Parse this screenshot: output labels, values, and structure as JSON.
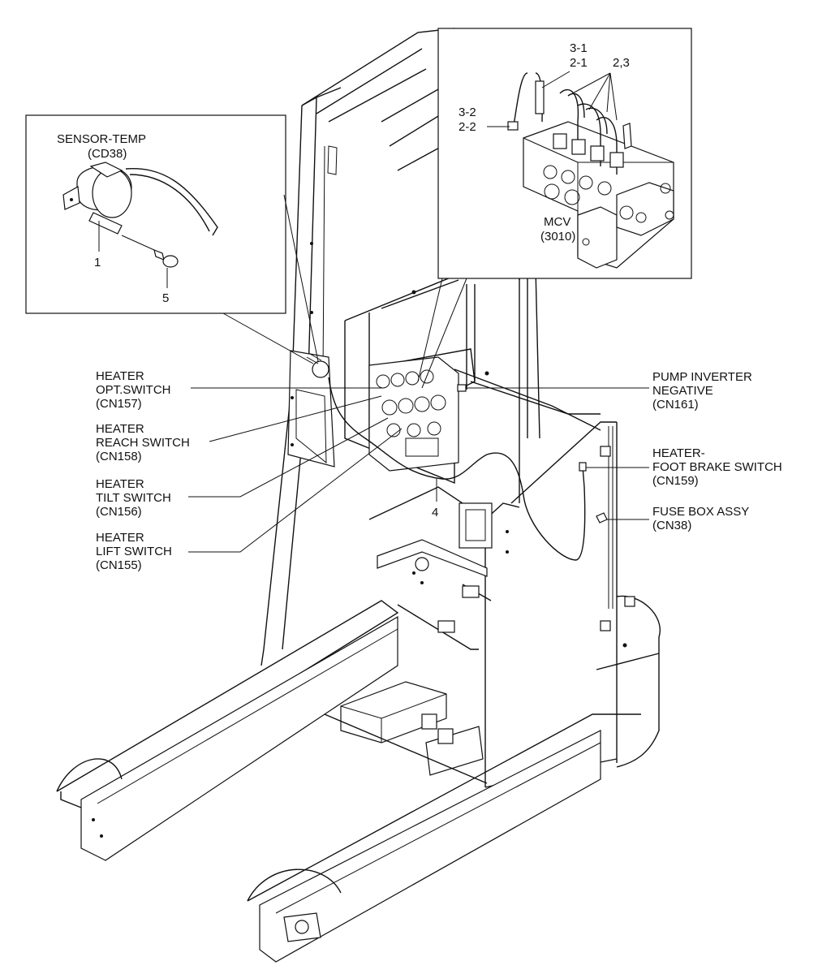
{
  "labels": {
    "sensor_title": "SENSOR-TEMP",
    "sensor_code": "(CD38)",
    "item_1": "1",
    "item_5": "5",
    "item_3_1": "3-1",
    "item_2_1": "2-1",
    "item_2_3": "2,3",
    "item_3_2": "3-2",
    "item_2_2": "2-2",
    "mcv_name": "MCV",
    "mcv_code": "(3010)",
    "item_4": "4",
    "opt_line1": "HEATER",
    "opt_line2": "OPT.SWITCH",
    "opt_code": "(CN157)",
    "reach_line1": "HEATER",
    "reach_line2": "REACH SWITCH",
    "reach_code": "(CN158)",
    "tilt_line1": "HEATER",
    "tilt_line2": "TILT SWITCH",
    "tilt_code": "(CN156)",
    "lift_line1": "HEATER",
    "lift_line2": "LIFT SWITCH",
    "lift_code": "(CN155)",
    "pump_line1": "PUMP INVERTER",
    "pump_line2": "NEGATIVE",
    "pump_code": "(CN161)",
    "foot_line1": "HEATER-",
    "foot_line2": "FOOT BRAKE SWITCH",
    "foot_code": "(CN159)",
    "fuse_line1": "FUSE BOX ASSY",
    "fuse_code": "(CN38)"
  }
}
